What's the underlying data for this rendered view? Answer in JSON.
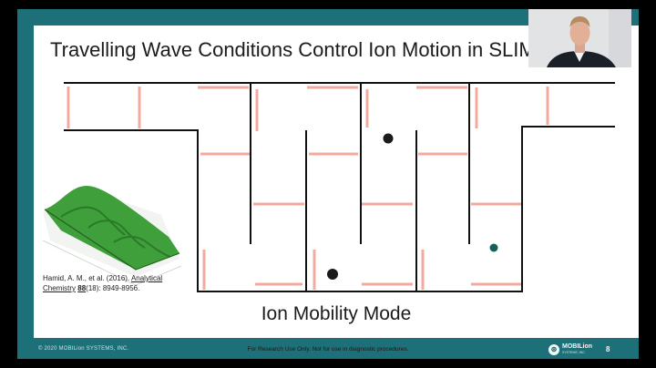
{
  "slide": {
    "title": "Travelling Wave Conditions Control Ion Motion in SLIM",
    "subtitle": "Ion Mobility Mode",
    "citation": {
      "authors": "Hamid, A. M., et al. (2016).",
      "journal_line1": "Analytical",
      "journal_line2": "Chemistry",
      "volume": "88",
      "rest": "(18): 8949-8956."
    },
    "page_number": "8"
  },
  "footer": {
    "copyright": "© 2020 MOBILion SYSTEMS, INC.",
    "disclaimer": "For Research Use Only. Not for use in diagnostic procedures.",
    "logo_text": "MOBILion",
    "logo_sub": "SYSTEMS, INC."
  },
  "colors": {
    "teal": "#1d6f78",
    "electrode_pink": "#f4a99d",
    "ion_dark": "#1a1a1a",
    "ion_teal": "#14605c",
    "device_green": "#3f9f3a"
  },
  "icons": {
    "logo": "mobilion-logo-icon",
    "presenter": "webcam-presenter"
  }
}
